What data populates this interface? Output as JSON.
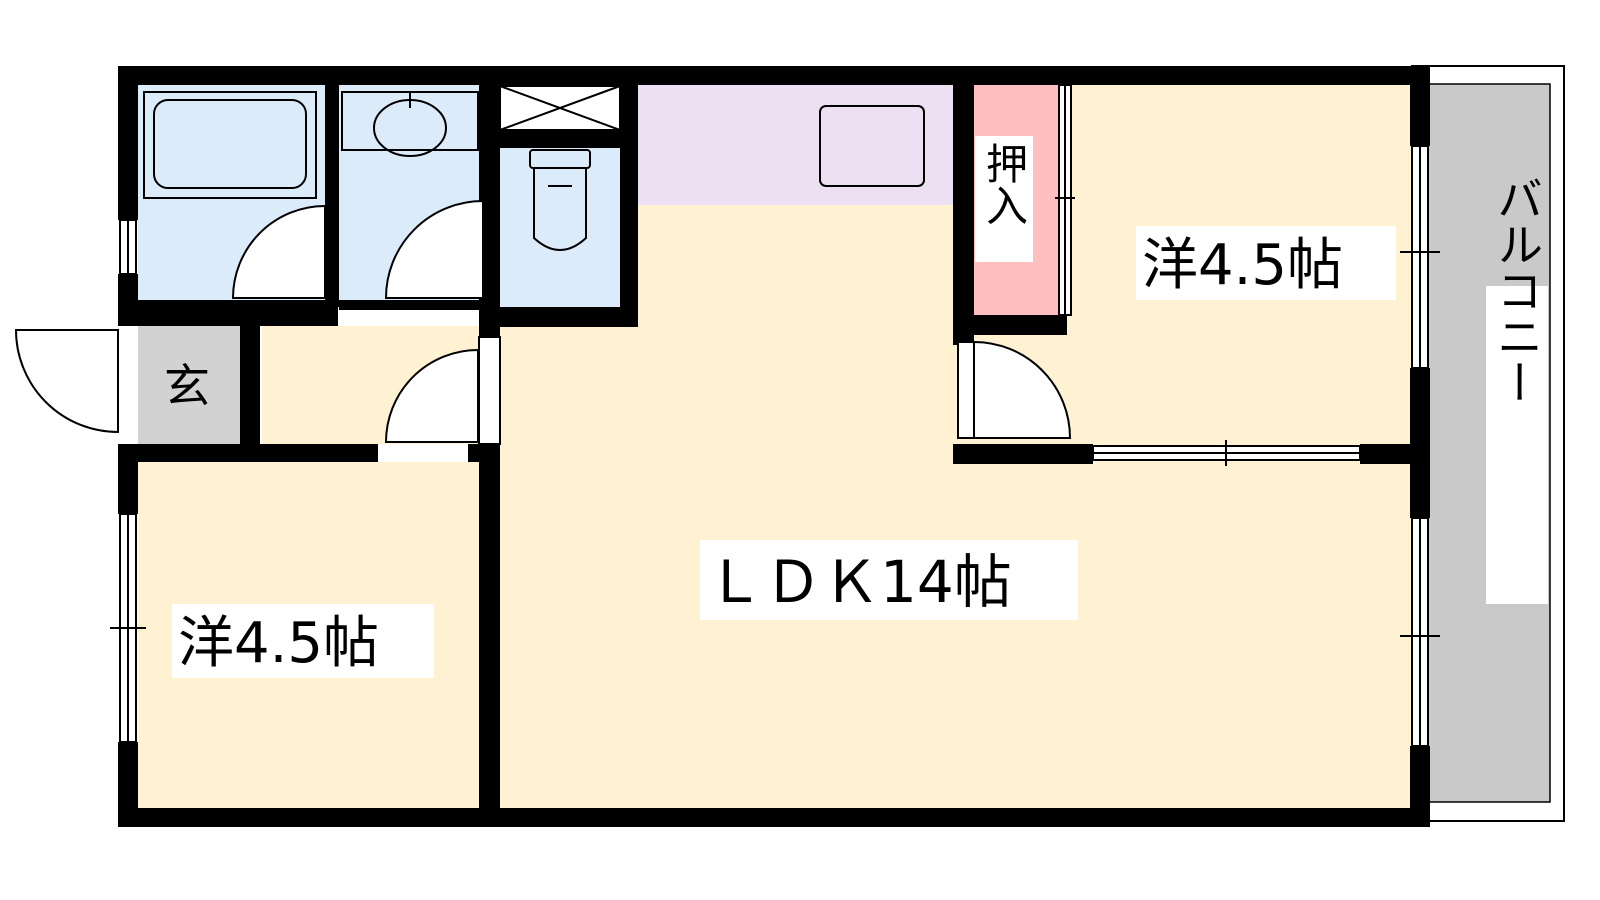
{
  "floorplan": {
    "rooms": {
      "western_room_upper": "洋4.5帖",
      "western_room_lower": "洋4.5帖",
      "ldk": "ＬＤＫ14帖",
      "closet": "押入",
      "entrance": "玄",
      "balcony": "バルコニー"
    },
    "colors": {
      "room_floor": "#FFF2D2",
      "wet_area": "#DCEBFA",
      "kitchen": "#EDE0F2",
      "closet": "#FFBFBF",
      "entrance": "#D2D2D2",
      "balcony": "#C9C9C9",
      "wall": "#000000"
    }
  }
}
